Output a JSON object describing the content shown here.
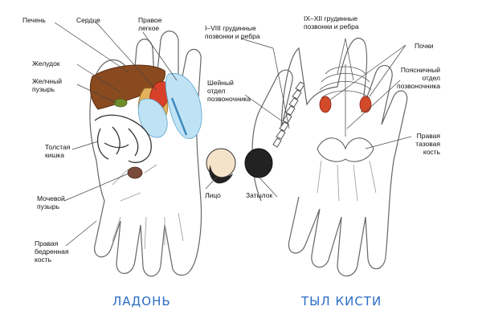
{
  "labels": {
    "liver": "Печень",
    "heart": "Сердце",
    "right_lung": "Правое\nлегкое",
    "stomach": "Желудок",
    "gallbladder": "Желчный\nпузырь",
    "colon": "Толстая\nкишка",
    "bladder": "Мочевой\nпузырь",
    "right_femur": "Правая\nбедренная\nкость",
    "face": "Лицо",
    "thoracic_1_8": "I–VIII грудинные\nпозвонки и ребра",
    "cervical": "Шейный\nотдел\nпозвоночника",
    "occiput": "Затылок",
    "thoracic_9_12": "IX–XII грудинные\nпозвонки и ребра",
    "kidneys": "Почки",
    "lumbar": "Поясничный\nотдел\nпозвоночника",
    "right_pelvic": "Правая\nтазовая\nкость"
  },
  "captions": {
    "palm": "ЛАДОНЬ",
    "back": "ТЫЛ КИСТИ"
  },
  "colors": {
    "caption": "#2a6cc4",
    "liver": "#8a4a1f",
    "heart": "#d8402a",
    "lung": "#bfe3f5",
    "stomach": "#e2b15a",
    "kidney": "#d24a2a",
    "outline": "#555555"
  }
}
